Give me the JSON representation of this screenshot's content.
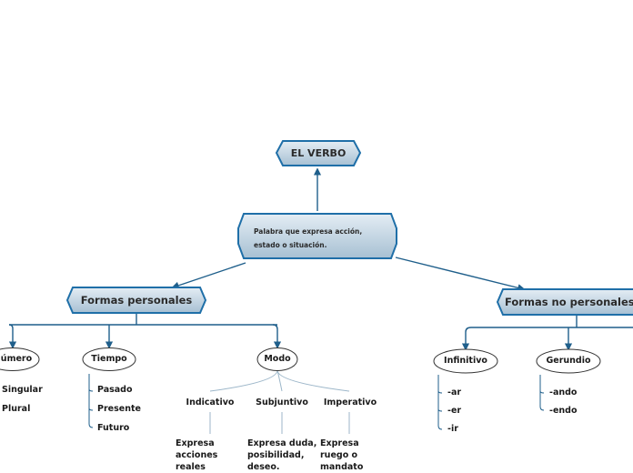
{
  "root": {
    "title": "EL VERBO",
    "description_line1": "Palabra que expresa acción,",
    "description_line2": "estado o situación."
  },
  "personales": {
    "title": "Formas personales",
    "numero": {
      "label": "Número",
      "items": [
        "Singular",
        "Plural"
      ]
    },
    "tiempo": {
      "label": "Tiempo",
      "items": [
        "Pasado",
        "Presente",
        "Futuro"
      ]
    },
    "modo": {
      "label": "Modo",
      "indicativo": {
        "label": "Indicativo",
        "text_lines": [
          "Expresa",
          "acciones",
          "reales"
        ]
      },
      "subjuntivo": {
        "label": "Subjuntivo",
        "text_lines": [
          "Expresa duda,",
          "posibilidad,",
          "deseo."
        ]
      },
      "imperativo": {
        "label": "Imperativo",
        "text_lines": [
          "Expresa",
          "ruego o",
          "mandato"
        ]
      }
    }
  },
  "no_personales": {
    "title": "Formas no personales",
    "infinitivo": {
      "label": "Infinitivo",
      "items": [
        "-ar",
        "-er",
        "-ir"
      ]
    },
    "gerundio": {
      "label": "Gerundio",
      "items": [
        "-ando",
        "-endo"
      ]
    }
  },
  "colors": {
    "connector": "#1f5f8b",
    "node_border": "#1f6fa8",
    "node_fill_top": "#dfe9f1",
    "node_fill_bottom": "#a9c2d4",
    "subtle_line": "#9cb6c9"
  }
}
